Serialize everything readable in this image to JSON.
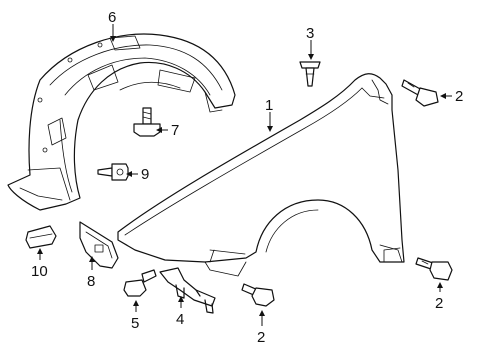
{
  "callouts": {
    "fender": "1",
    "bolt_fender_upper": "2",
    "bolt_fender_lower_rear": "2",
    "bolt_fender_lower_mid": "2",
    "push_pin": "3",
    "bracket": "4",
    "bolt_small": "5",
    "fender_liner": "6",
    "liner_screw": "7",
    "bracket_plate": "8",
    "tapping_screw": "9",
    "clip": "10"
  }
}
